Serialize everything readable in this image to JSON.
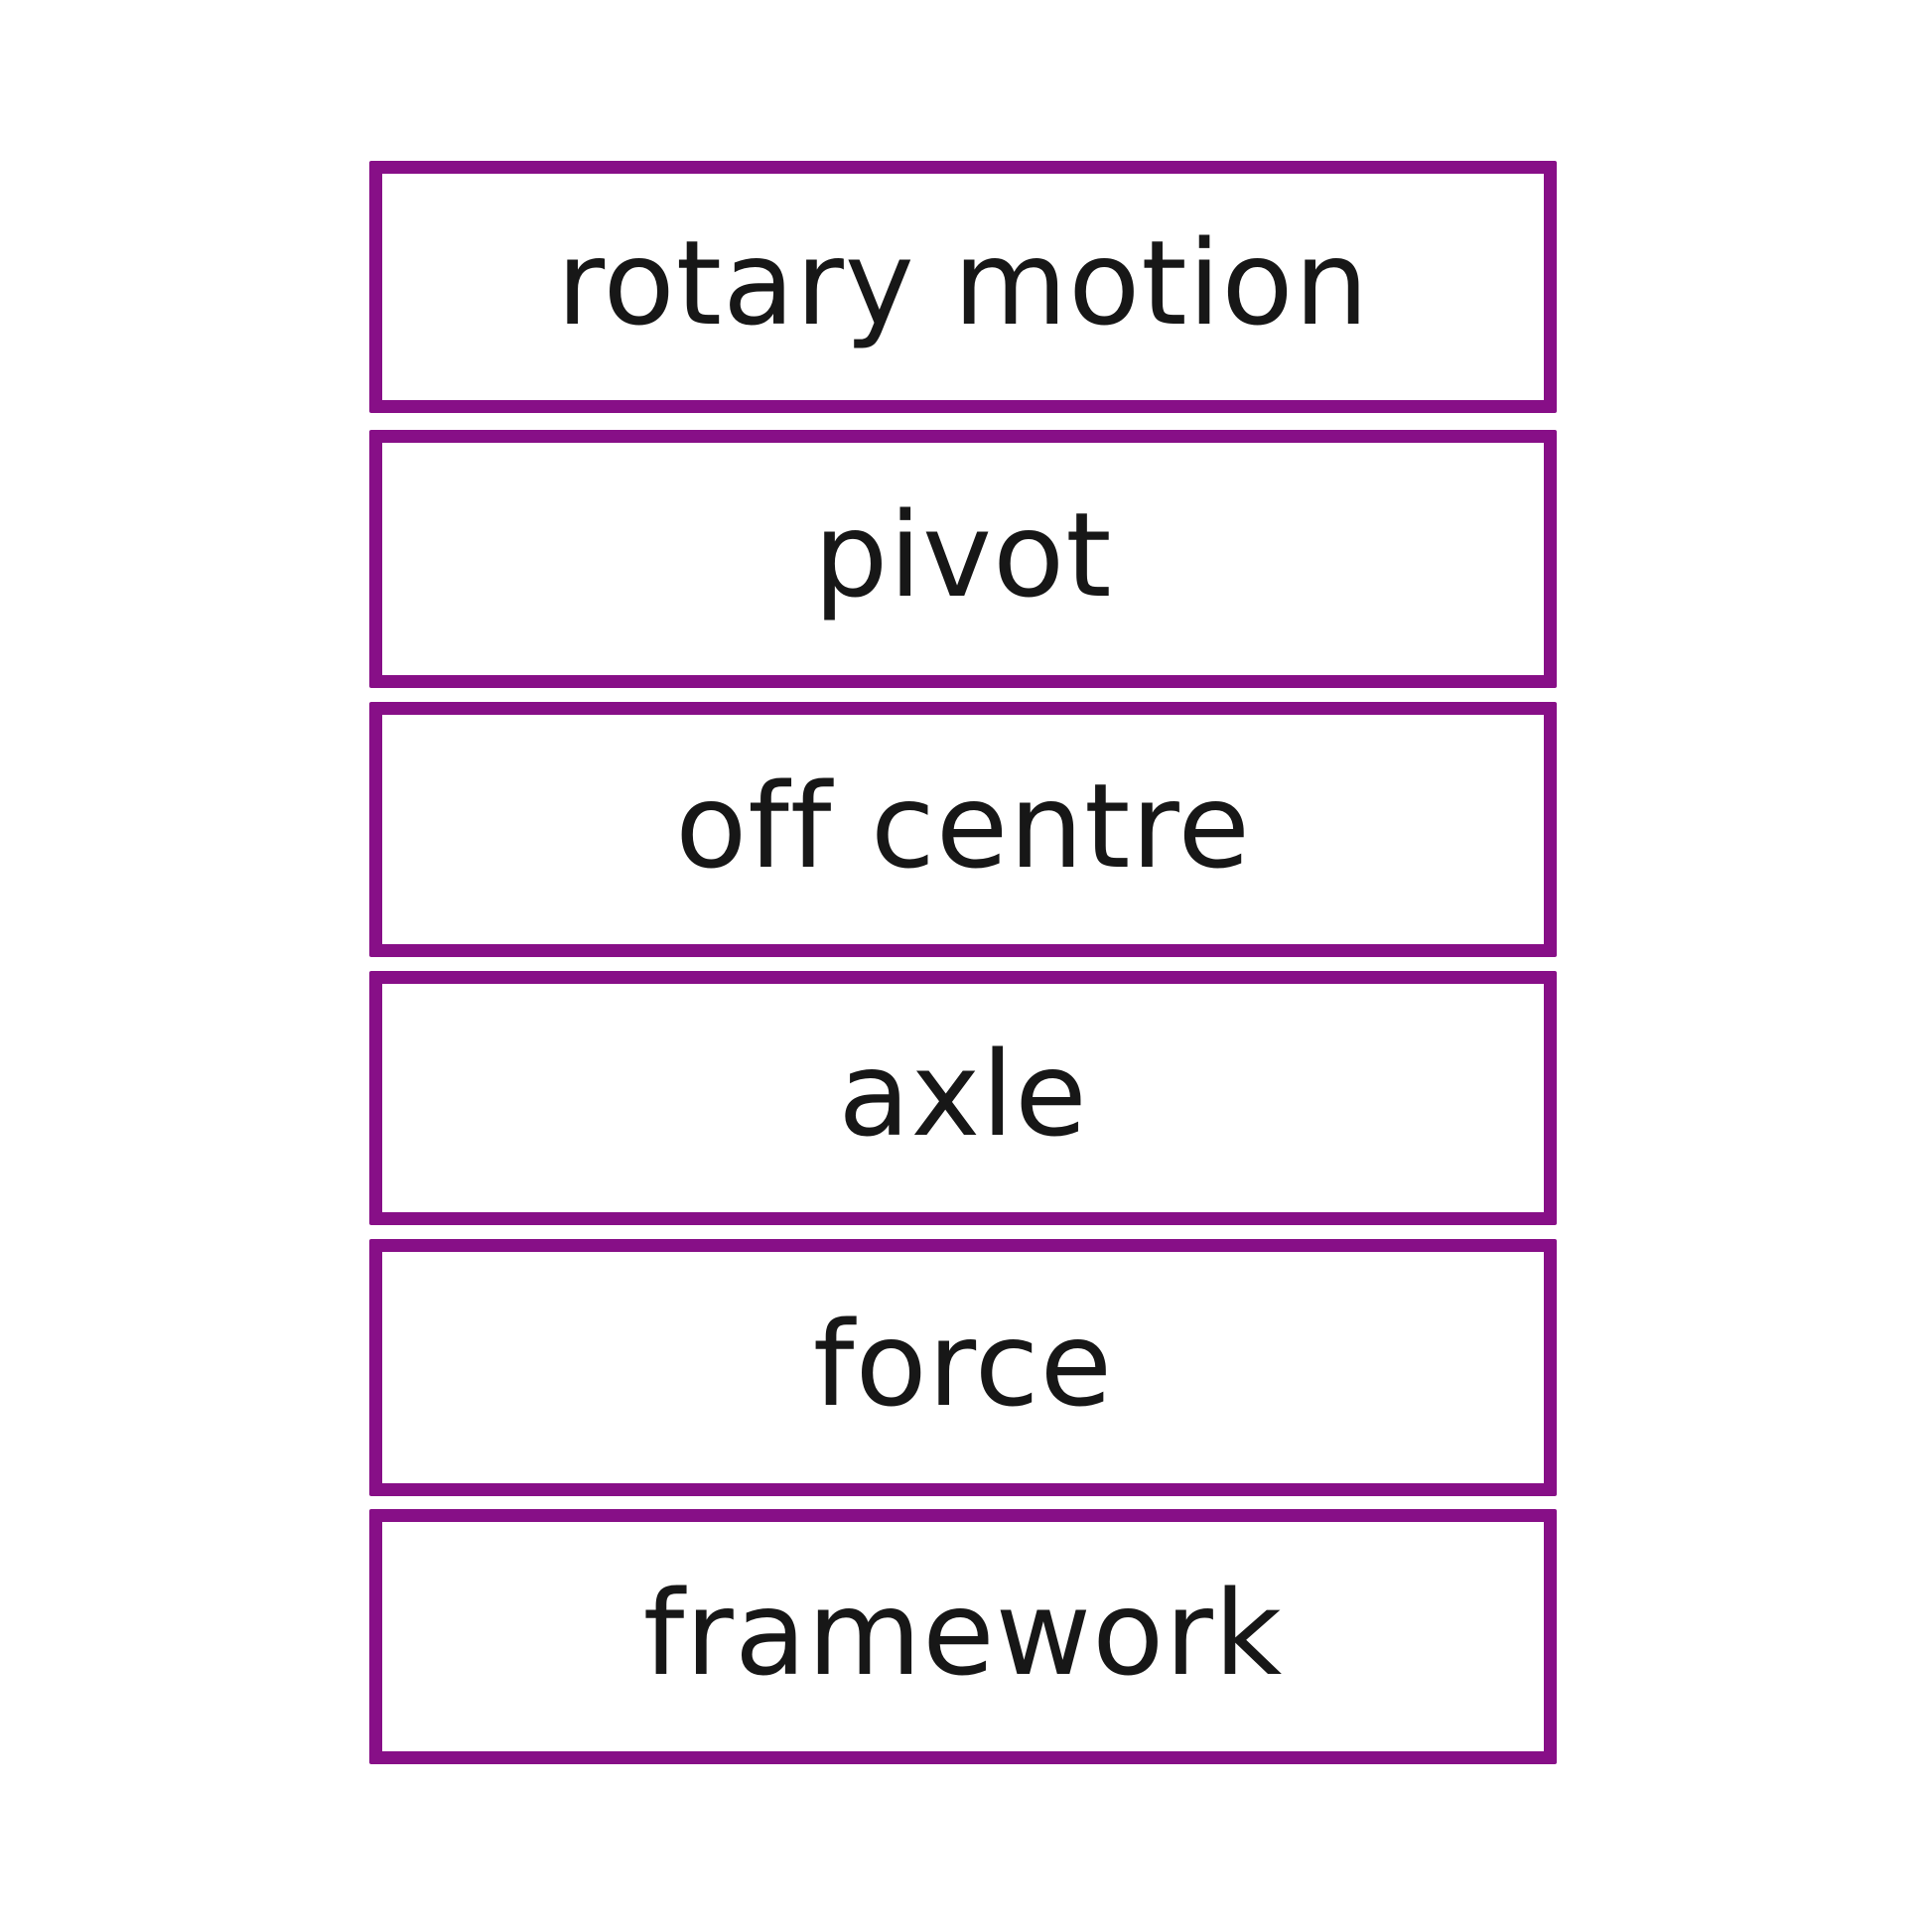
{
  "colors": {
    "border_color": "#870f87",
    "text_color": "#171717",
    "card_bg": "#ffffff",
    "page_bg": "#ffffff"
  },
  "cards": [
    {
      "label": "rotary motion"
    },
    {
      "label": "pivot"
    },
    {
      "label": "off centre"
    },
    {
      "label": "axle"
    },
    {
      "label": "force"
    },
    {
      "label": "framework"
    }
  ]
}
